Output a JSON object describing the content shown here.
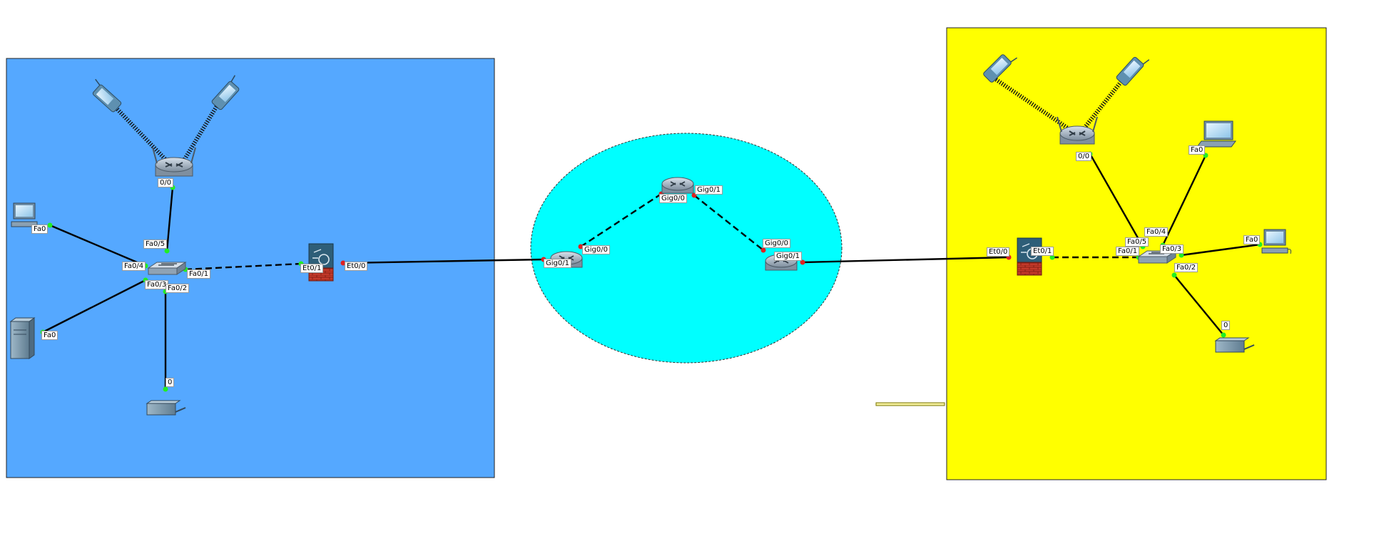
{
  "colors": {
    "left_area": "#55a8ff",
    "core_area": "#00ffff",
    "right_area": "#ffff00",
    "link": "#000000",
    "port_up": "#22ee22",
    "port_down": "#e02020"
  },
  "devices": {
    "left_phone_a": "wireless-phone-icon",
    "left_phone_b": "wireless-phone-icon",
    "left_wireless_router": "wireless-router-icon",
    "left_pc": "pc-icon",
    "left_server": "server-icon",
    "left_printer": "printer-icon",
    "left_switch": "switch-icon",
    "left_firewall": "firewall-icon",
    "core_r1": "router-icon",
    "core_r2": "router-icon",
    "core_r3": "router-icon",
    "right_phone_a": "wireless-phone-icon",
    "right_phone_b": "wireless-phone-icon",
    "right_wireless_router": "wireless-router-icon",
    "right_laptop": "laptop-icon",
    "right_pc": "pc-icon",
    "right_printer": "printer-icon",
    "right_switch": "switch-icon",
    "right_firewall": "firewall-icon"
  },
  "labels": {
    "l_wr_port": "0/0",
    "l_sw_fa05": "Fa0/5",
    "l_pc_fa0": "Fa0",
    "l_sw_fa04": "Fa0/4",
    "l_sw_fa01": "Fa0/1",
    "l_sw_fa03": "Fa0/3",
    "l_sw_fa02": "Fa0/2",
    "l_srv_fa0": "Fa0",
    "l_prn_0": "0",
    "l_fw_et01": "Et0/1",
    "l_fw_et00": "Et0/0",
    "c_r1_gig00": "Gig0/0",
    "c_r1_gig01": "Gig0/1",
    "c_r2_gig00": "Gig0/0",
    "c_r2_gig01": "Gig0/1",
    "c_r3_gig00": "Gig0/0",
    "c_r3_gig01": "Gig0/1",
    "r_wr_port": "0/0",
    "r_lap_fa0": "Fa0",
    "r_sw_fa04": "Fa0/4",
    "r_sw_fa05": "Fa0/5",
    "r_sw_fa03": "Fa0/3",
    "r_sw_fa01": "Fa0/1",
    "r_sw_fa02": "Fa0/2",
    "r_pc_fa0": "Fa0",
    "r_prn_0": "0",
    "r_fw_et00": "Et0/0",
    "r_fw_et01": "Et0/1"
  }
}
